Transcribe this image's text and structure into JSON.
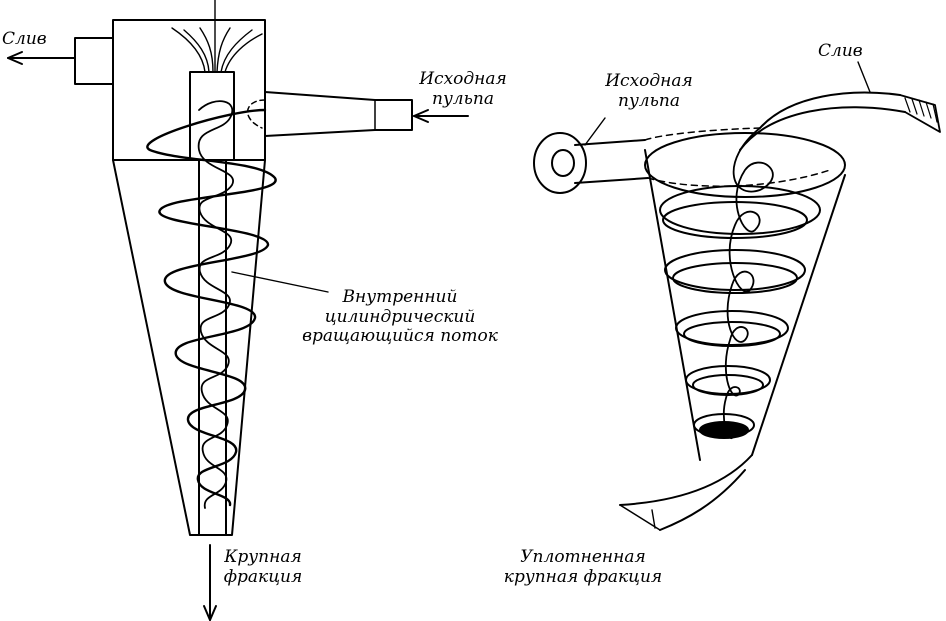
{
  "left_figure": {
    "overflow_label": "Слив",
    "feed_label": [
      "Исходная",
      "пульпа"
    ],
    "vortex_label": [
      "Внутренний",
      "цилиндрический",
      "вращающийся поток"
    ],
    "coarse_label": [
      "Крупная",
      "фракция"
    ]
  },
  "right_figure": {
    "feed_label": [
      "Исходная",
      "пульпа"
    ],
    "overflow_label": "Слив",
    "coarse_label": [
      "Уплотненная",
      "крупная фракция"
    ]
  },
  "colors": {
    "ink": "#000000",
    "paper": "#ffffff"
  }
}
